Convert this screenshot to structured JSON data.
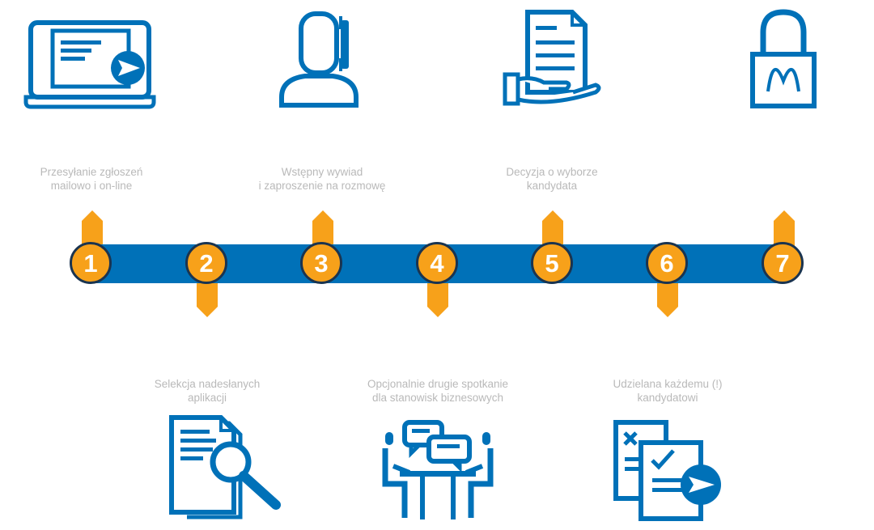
{
  "colors": {
    "blue": "#0071b8",
    "orange": "#f7a11a",
    "ring": "#1a3450",
    "caption": "#b9b9b9"
  },
  "steps": [
    {
      "number": "1",
      "line1": "Przesyłanie zgłoszeń",
      "line2": "mailowo i on-line",
      "icon": "laptop-send-icon"
    },
    {
      "number": "2",
      "line1": "Selekcja nadesłanych",
      "line2": "aplikacji",
      "icon": "documents-magnifier-icon"
    },
    {
      "number": "3",
      "line1": "Wstępny wywiad",
      "line2": "i zaproszenie na rozmowę",
      "icon": "phone-call-person-icon"
    },
    {
      "number": "4",
      "line1": "Opcjonalnie drugie spotkanie",
      "line2": "dla stanowisk biznesowych",
      "icon": "meeting-chat-icon"
    },
    {
      "number": "5",
      "line1": "Decyzja o wyborze",
      "line2": "kandydata",
      "icon": "hand-document-icon"
    },
    {
      "number": "6",
      "line1": "Udzielana każdemu (!)",
      "line2": "kandydatowi",
      "icon": "checklist-send-icon"
    },
    {
      "number": "7",
      "line1": "",
      "line2": "",
      "icon": "padlock-icon"
    }
  ]
}
